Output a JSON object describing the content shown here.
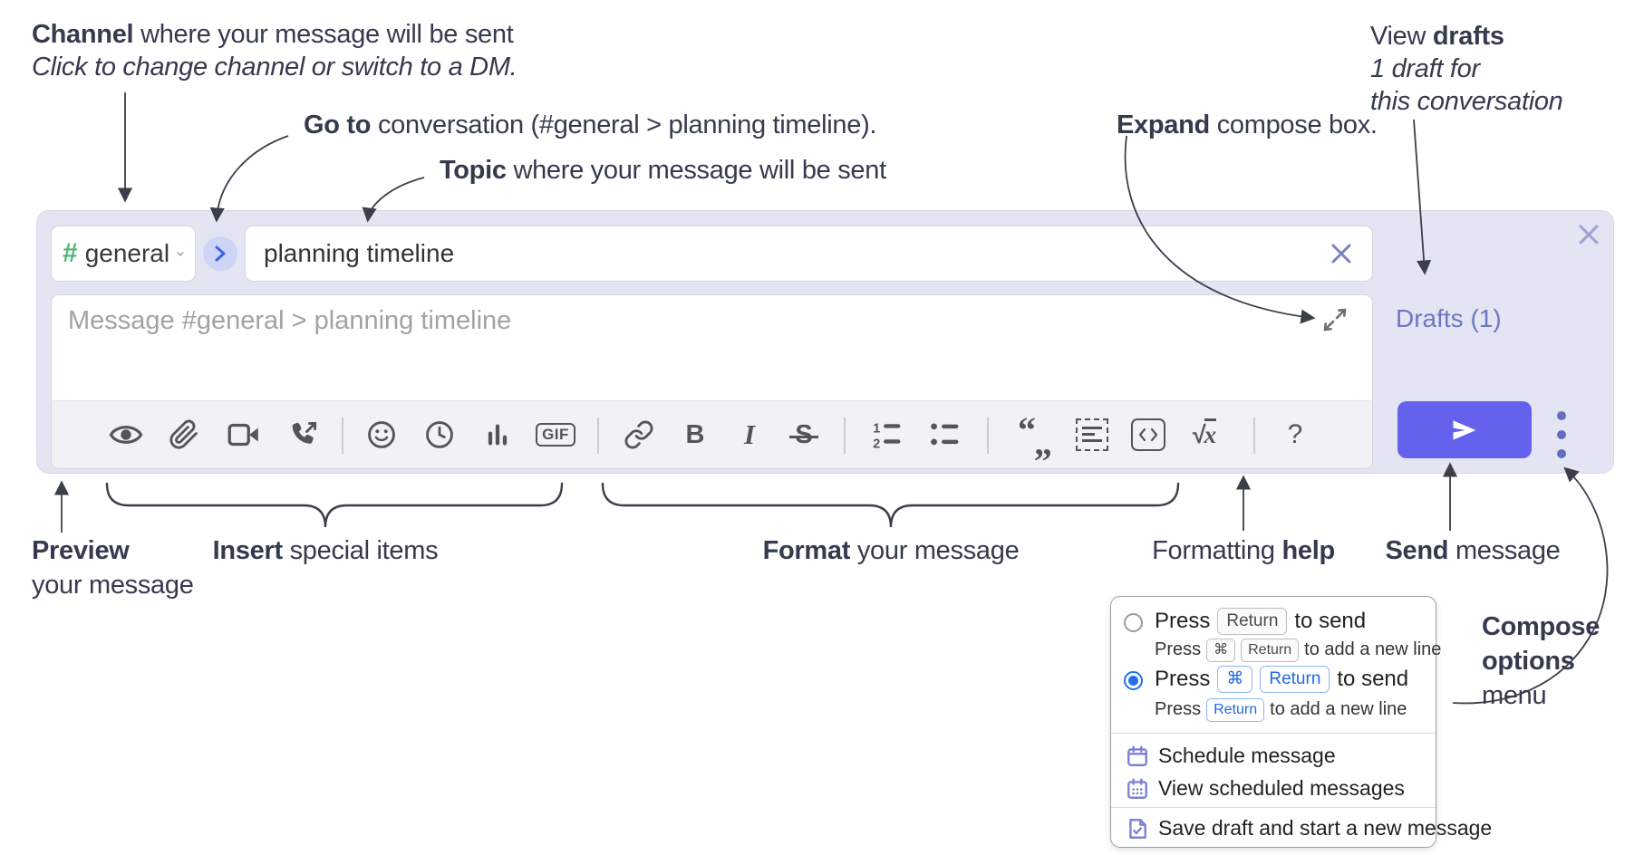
{
  "annotations": {
    "channel_bold": "Channel",
    "channel_rest": " where your message will be sent",
    "channel_line2": "Click to change channel or switch to a DM.",
    "goto_bold": "Go to",
    "goto_rest": " conversation (#general > planning timeline).",
    "topic_bold": "Topic",
    "topic_rest": " where your message will be sent",
    "expand_bold": "Expand",
    "expand_rest": " compose box.",
    "view_pre": "View ",
    "view_bold": "drafts",
    "drafts_line2": "1 draft for",
    "drafts_line3": "this conversation",
    "preview_bold": "Preview",
    "preview_line2": "your message",
    "insert_bold": "Insert",
    "insert_rest": " special items",
    "format_bold": "Format",
    "format_rest": " your message",
    "formatting_pre": "Formatting ",
    "formatting_bold": "help",
    "send_bold": "Send",
    "send_rest": " message",
    "compose_opts_line1": "Compose",
    "compose_opts_line2": "options",
    "compose_opts_line3": "menu"
  },
  "compose": {
    "channel_hash": "#",
    "channel_name": "general",
    "topic_value": "planning timeline",
    "message_placeholder": "Message #general > planning timeline",
    "drafts_label": "Drafts (1)"
  },
  "toolbar": {
    "icons": [
      "preview-eye",
      "attach-file",
      "video-call",
      "voice-call",
      "emoji",
      "time",
      "poll",
      "gif",
      "link",
      "bold",
      "italic",
      "strikethrough",
      "numbered-list",
      "bulleted-list",
      "quote",
      "spoiler",
      "code",
      "math",
      "help"
    ],
    "gif_label": "GIF",
    "bold_label": "B",
    "italic_label": "I",
    "strike_label": "S",
    "sqrt_label": "√",
    "math_x_label": "x",
    "help_label": "?"
  },
  "popup": {
    "opt1_pre": "Press",
    "opt1_key": "Return",
    "opt1_post": "to send",
    "opt1_sub_pre": "Press",
    "opt1_sub_key1": "⌘",
    "opt1_sub_key2": "Return",
    "opt1_sub_post": "to add a new line",
    "opt2_pre": "Press",
    "opt2_key1": "⌘",
    "opt2_key2": "Return",
    "opt2_post": "to send",
    "opt2_sub_pre": "Press",
    "opt2_sub_key": "Return",
    "opt2_sub_post": "to add a new line",
    "item_schedule": "Schedule message",
    "item_view_scheduled": "View scheduled messages",
    "item_save_draft": "Save draft and start a new message",
    "selected_option": 2
  },
  "colors": {
    "compose_bg": "#e3e5f2",
    "send_button": "#6462ed",
    "drafts_link": "#6f76c5",
    "hash_green": "#52b575",
    "selected_blue": "#2270e8",
    "popup_icon_purple": "#7d81d1",
    "annotation_text": "#343b4e"
  }
}
